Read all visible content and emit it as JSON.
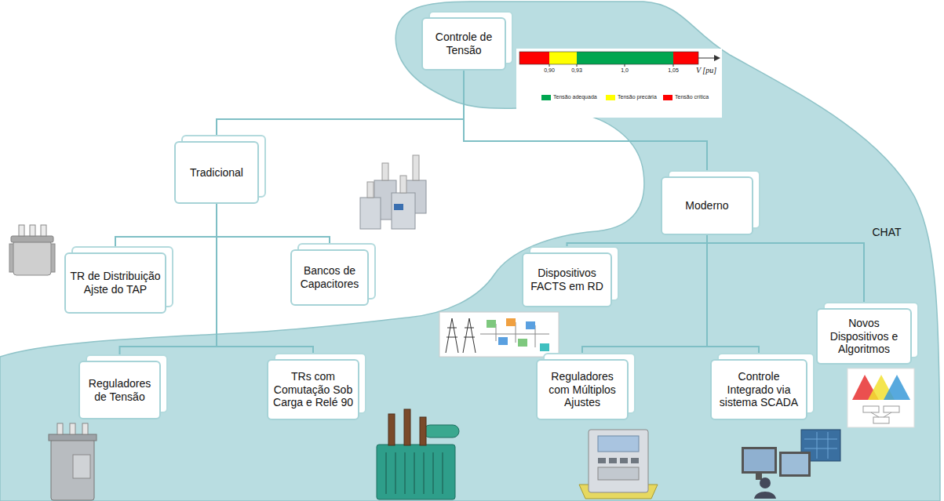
{
  "diagram": {
    "nodes": [
      {
        "text": [
          "Controle de Tensão"
        ]
      },
      {
        "text": [
          "Tradicional"
        ]
      },
      {
        "text": [
          "Moderno"
        ]
      },
      {
        "text": [
          "TR de Distribuição Ajste do TAP"
        ]
      },
      {
        "text": [
          "Bancos de Capacitores"
        ]
      },
      {
        "text": [
          "Dispositivos FACTS em RD"
        ]
      },
      {
        "text": [
          "Novos Dispositivos e Algoritmos"
        ]
      },
      {
        "text": [
          "Reguladores de Tensão"
        ]
      },
      {
        "text": [
          "TRs com Comutação Sob Carga e Relé 90"
        ]
      },
      {
        "text": [
          "Reguladores com Múltiplos Ajustes"
        ]
      },
      {
        "text": [
          "Controle Integrado via sistema SCADA"
        ]
      }
    ],
    "edges": [
      {
        "from": 0,
        "to": 1,
        "arrow": "none"
      },
      {
        "from": 0,
        "to": 2,
        "arrow": "none"
      },
      {
        "from": 1,
        "to": 3,
        "arrow": "none"
      },
      {
        "from": 1,
        "to": 4,
        "arrow": "none"
      },
      {
        "from": 1,
        "to": 7,
        "arrow": "none"
      },
      {
        "from": 1,
        "to": 8,
        "arrow": "none"
      },
      {
        "from": 2,
        "to": 5,
        "arrow": "none"
      },
      {
        "from": 2,
        "to": 6,
        "arrow": "none"
      },
      {
        "from": 2,
        "to": 9,
        "arrow": "none"
      },
      {
        "from": 2,
        "to": 10,
        "arrow": "none"
      }
    ],
    "labels": [
      "0,90",
      "0,93",
      "1,0",
      "1,05",
      "V [pu]",
      "CHAT"
    ],
    "legend": [
      {
        "text": "Tensão adequada",
        "color": "#00a650"
      },
      {
        "text": "Tensão precária",
        "color": "#ffff00"
      },
      {
        "text": "Tensão crítica",
        "color": "#ff0000"
      }
    ]
  }
}
